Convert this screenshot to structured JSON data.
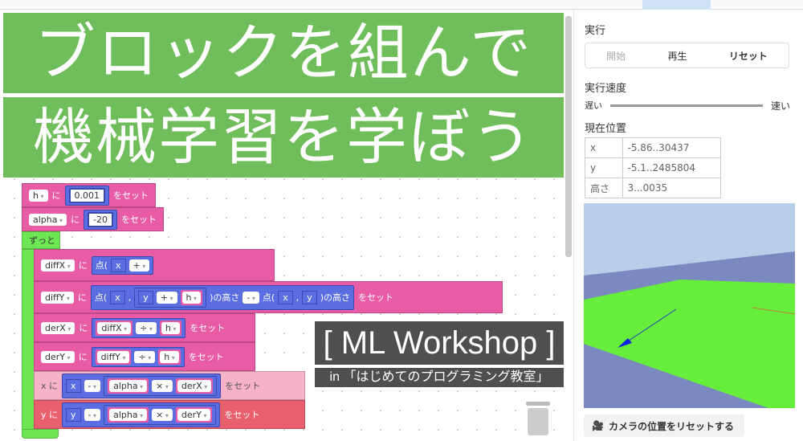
{
  "panel": {
    "run_title": "実行",
    "buttons": {
      "start": "開始",
      "play": "再生",
      "reset": "リセット"
    },
    "speed_title": "実行速度",
    "speed_slow": "遅い",
    "speed_fast": "速い",
    "position_title": "現在位置",
    "position": [
      {
        "label": "x",
        "value": "-5.86..30437"
      },
      {
        "label": "y",
        "value": "-5.1..2485804"
      },
      {
        "label": "高さ",
        "value": "3...0035"
      }
    ],
    "camera_reset": "カメラの位置をリセットする"
  },
  "blocks": {
    "set": "をセット",
    "ni": "に",
    "forever": "ずっと",
    "h_var": "h",
    "h_val": "0.001",
    "alpha_var": "alpha",
    "alpha_val": "-20",
    "diffX": "diffX",
    "diffY": "diffY",
    "derX": "derX",
    "derY": "derY",
    "point_open": "点(",
    "comma": ",",
    "height": ")の高さ",
    "x": "x",
    "y": "y",
    "plus": "+",
    "minus": "-",
    "div": "÷",
    "times": "×",
    "x_ni": "x に",
    "y_ni": "y に"
  },
  "overlay": {
    "line1": "ブロックを組んで",
    "line2": "機械学習を学ぼう",
    "workshop": "[ ML Workshop ]",
    "venue": "in 「はじめてのプログラミング教室」"
  },
  "colors": {
    "banner": "#68ba52",
    "block_pink": "#e85ca6",
    "block_blue": "#5b6ee1",
    "ground": "#66ee3a"
  }
}
